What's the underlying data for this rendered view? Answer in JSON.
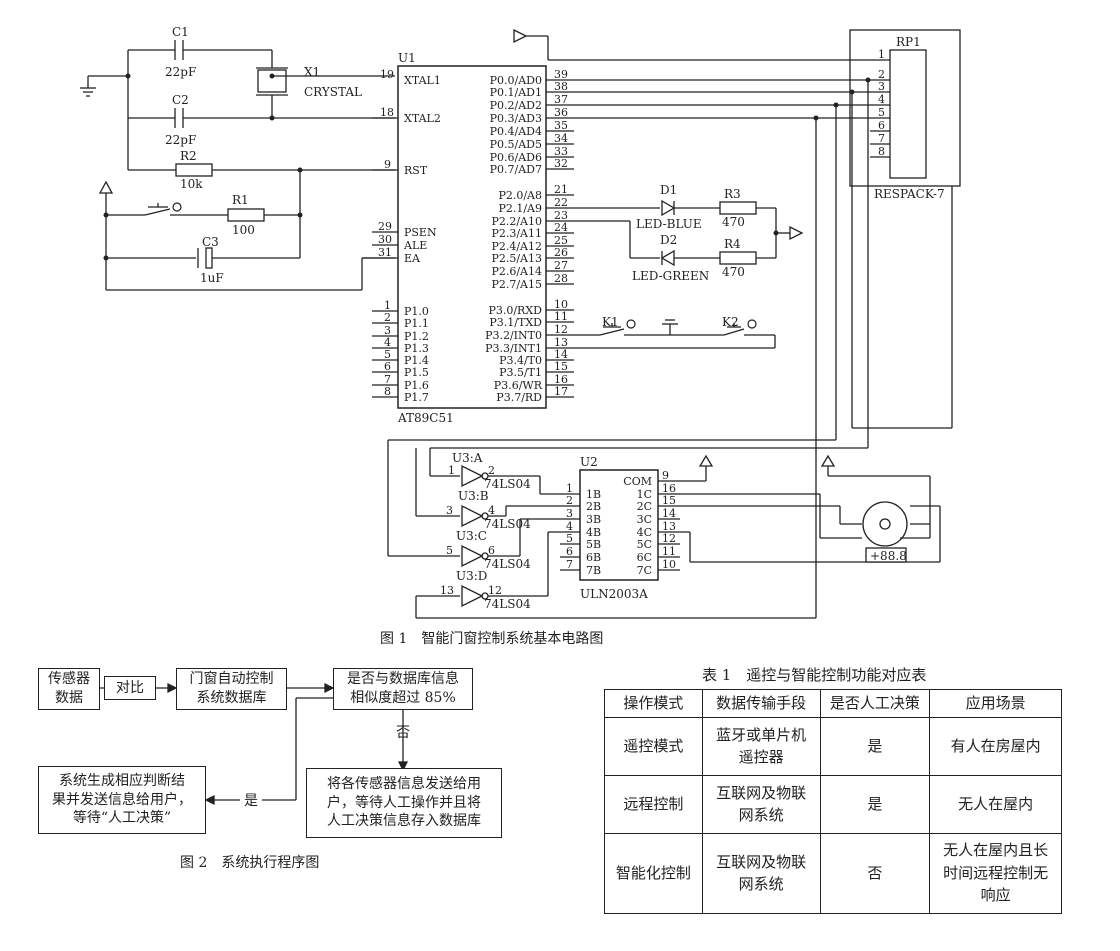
{
  "fig1": {
    "caption": "图 1　智能门窗控制系统基本电路图",
    "labels": {
      "c1": "C1",
      "c1v": "22pF",
      "c2": "C2",
      "c2v": "22pF",
      "x1": "X1",
      "crystal": "CRYSTAL",
      "r2": "R2",
      "r2v": "10k",
      "r1": "R1",
      "r1v": "100",
      "c3": "C3",
      "c3v": "1uF",
      "u1": "U1",
      "u1part": "AT89C51",
      "rp1": "RP1",
      "rppart": "RESPACK-7",
      "d1": "D1",
      "d1name": "LED-BLUE",
      "d2": "D2",
      "d2name": "LED-GREEN",
      "r3": "R3",
      "r3v": "470",
      "r4": "R4",
      "r4v": "470",
      "k1": "K1",
      "k2": "K2",
      "u2": "U2",
      "u2part": "ULN2003A",
      "u3a": "U3:A",
      "u3b": "U3:B",
      "u3c": "U3:C",
      "u3d": "U3:D",
      "ls04": "74LS04",
      "motor_value": "+88.8"
    },
    "u1_left": [
      {
        "num": "19",
        "name": "XTAL1"
      },
      {
        "num": "18",
        "name": "XTAL2"
      },
      {
        "num": "9",
        "name": "RST"
      },
      {
        "num": "29",
        "name": "PSEN"
      },
      {
        "num": "30",
        "name": "ALE"
      },
      {
        "num": "31",
        "name": "EA"
      },
      {
        "num": "1",
        "name": "P1.0"
      },
      {
        "num": "2",
        "name": "P1.1"
      },
      {
        "num": "3",
        "name": "P1.2"
      },
      {
        "num": "4",
        "name": "P1.3"
      },
      {
        "num": "5",
        "name": "P1.4"
      },
      {
        "num": "6",
        "name": "P1.5"
      },
      {
        "num": "7",
        "name": "P1.6"
      },
      {
        "num": "8",
        "name": "P1.7"
      }
    ],
    "u1_right": [
      {
        "num": "39",
        "name": "P0.0/AD0"
      },
      {
        "num": "38",
        "name": "P0.1/AD1"
      },
      {
        "num": "37",
        "name": "P0.2/AD2"
      },
      {
        "num": "36",
        "name": "P0.3/AD3"
      },
      {
        "num": "35",
        "name": "P0.4/AD4"
      },
      {
        "num": "34",
        "name": "P0.5/AD5"
      },
      {
        "num": "33",
        "name": "P0.6/AD6"
      },
      {
        "num": "32",
        "name": "P0.7/AD7"
      },
      {
        "num": "21",
        "name": "P2.0/A8"
      },
      {
        "num": "22",
        "name": "P2.1/A9"
      },
      {
        "num": "23",
        "name": "P2.2/A10"
      },
      {
        "num": "24",
        "name": "P2.3/A11"
      },
      {
        "num": "25",
        "name": "P2.4/A12"
      },
      {
        "num": "26",
        "name": "P2.5/A13"
      },
      {
        "num": "27",
        "name": "P2.6/A14"
      },
      {
        "num": "28",
        "name": "P2.7/A15"
      },
      {
        "num": "10",
        "name": "P3.0/RXD"
      },
      {
        "num": "11",
        "name": "P3.1/TXD"
      },
      {
        "num": "12",
        "name": "P3.2/INT0"
      },
      {
        "num": "13",
        "name": "P3.3/INT1"
      },
      {
        "num": "14",
        "name": "P3.4/T0"
      },
      {
        "num": "15",
        "name": "P3.5/T1"
      },
      {
        "num": "16",
        "name": "P3.6/WR"
      },
      {
        "num": "17",
        "name": "P3.7/RD"
      }
    ],
    "rp_pins": [
      "1",
      "2",
      "3",
      "4",
      "5",
      "6",
      "7",
      "8"
    ],
    "u2_left": [
      {
        "num": "1",
        "name": "1B"
      },
      {
        "num": "2",
        "name": "2B"
      },
      {
        "num": "3",
        "name": "3B"
      },
      {
        "num": "4",
        "name": "4B"
      },
      {
        "num": "5",
        "name": "5B"
      },
      {
        "num": "6",
        "name": "6B"
      },
      {
        "num": "7",
        "name": "7B"
      }
    ],
    "u2_right": [
      {
        "num": "9",
        "name": "COM"
      },
      {
        "num": "16",
        "name": "1C"
      },
      {
        "num": "15",
        "name": "2C"
      },
      {
        "num": "14",
        "name": "3C"
      },
      {
        "num": "13",
        "name": "4C"
      },
      {
        "num": "12",
        "name": "5C"
      },
      {
        "num": "11",
        "name": "6C"
      },
      {
        "num": "10",
        "name": "7C"
      }
    ],
    "inv_pins": [
      {
        "in": "1",
        "out": "2"
      },
      {
        "in": "3",
        "out": "4"
      },
      {
        "in": "5",
        "out": "6"
      },
      {
        "in": "13",
        "out": "12"
      }
    ]
  },
  "fig2": {
    "caption": "图 2　系统执行程序图",
    "sensor": "传感器\n数据",
    "compare": "对比",
    "database": "门窗自动控制\n系统数据库",
    "decision": "是否与数据库信息\n相似度超过 85%",
    "no": "否",
    "yes": "是",
    "yes_box": "系统生成相应判断结\n果并发送信息给用户，\n等待“人工决策”",
    "no_box": "将各传感器信息发送给用\n户，等待人工操作并且将\n人工决策信息存入数据库"
  },
  "table1": {
    "caption": "表 1　遥控与智能控制功能对应表",
    "headers": [
      "操作模式",
      "数据传输手段",
      "是否人工决策",
      "应用场景"
    ],
    "rows": [
      [
        "遥控模式",
        "蓝牙或单片机遥控器",
        "是",
        "有人在房屋内"
      ],
      [
        "远程控制",
        "互联网及物联网系统",
        "是",
        "无人在屋内"
      ],
      [
        "智能化控制",
        "互联网及物联网系统",
        "否",
        "无人在屋内且长时间远程控制无响应"
      ]
    ]
  }
}
